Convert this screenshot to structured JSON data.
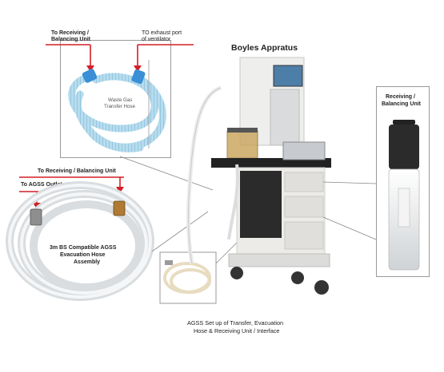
{
  "title": "Boyles Appratus",
  "caption": {
    "line1": "AGSS Set up of Transfer, Evacuation",
    "line2": "Hose & Receiving Unit / Interface"
  },
  "transfer_hose_panel": {
    "label_left_line1": "To Receiving /",
    "label_left_line2": "Balancing Unit",
    "label_right_line1": "TO exhaust port",
    "label_right_line2": "of ventilator",
    "hose_label_line1": "Waste Gas",
    "hose_label_line2": "Transfer Hose"
  },
  "evacuation_hose_panel": {
    "label_top": "To Receiving / Balancing Unit",
    "label_outlet": "To AGSS Outlet",
    "assembly_line1": "3m BS Compatible AGSS",
    "assembly_line2": "Evacuation Hose",
    "assembly_line3": "Assembly"
  },
  "receiving_unit_panel": {
    "label_line1": "Receiving /",
    "label_line2": "Balancing Unit"
  },
  "colors": {
    "arrow": "#d41f26",
    "hose_blue": "#9fd0e8",
    "connector_blue": "#3a8fd6",
    "frame": "#9a9a9a",
    "machine": "#e9e9e7"
  }
}
